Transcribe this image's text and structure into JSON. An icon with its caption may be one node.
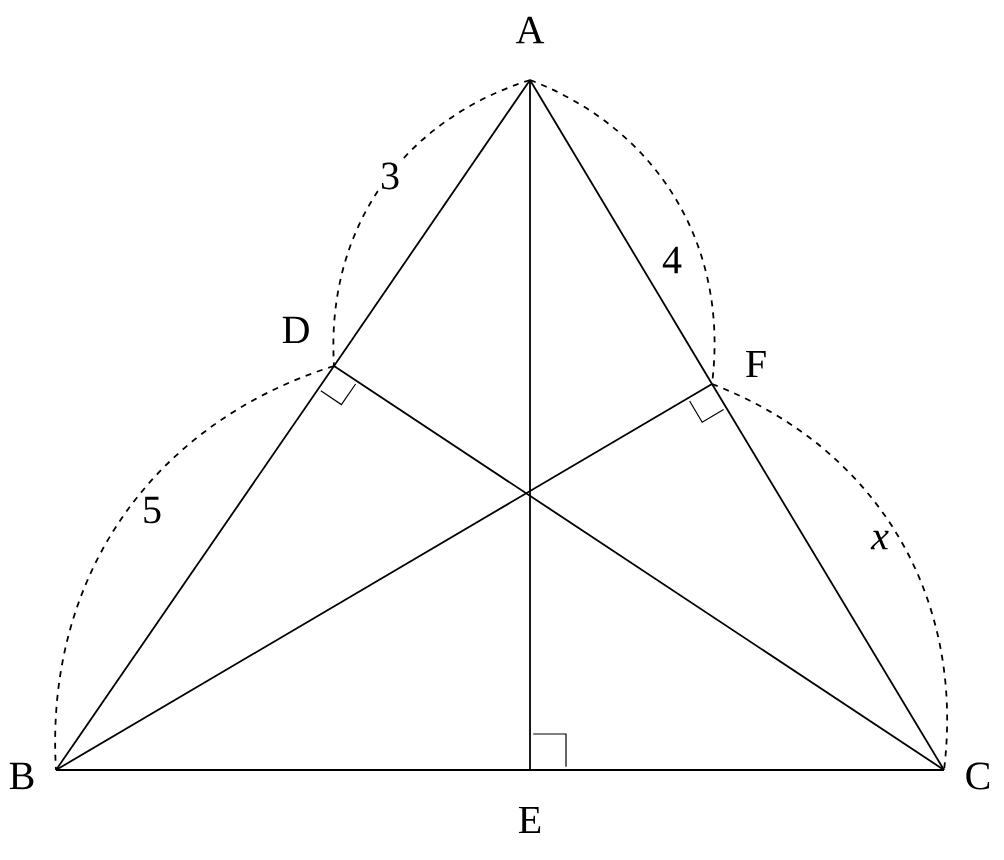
{
  "diagram": {
    "nodes": [
      {
        "text": [
          "A"
        ]
      },
      {
        "text": [
          "B"
        ]
      },
      {
        "text": [
          "C"
        ]
      },
      {
        "text": [
          "D"
        ]
      },
      {
        "text": [
          "E"
        ]
      },
      {
        "text": [
          "F"
        ]
      }
    ],
    "edges": [
      {
        "from": 0,
        "to": 3,
        "arrow": "none"
      },
      {
        "from": 3,
        "to": 1,
        "arrow": "none"
      },
      {
        "from": 0,
        "to": 5,
        "arrow": "none"
      },
      {
        "from": 5,
        "to": 2,
        "arrow": "none"
      },
      {
        "from": 1,
        "to": 4,
        "arrow": "none"
      },
      {
        "from": 4,
        "to": 2,
        "arrow": "none"
      },
      {
        "from": 0,
        "to": 4,
        "arrow": "none"
      },
      {
        "from": 1,
        "to": 5,
        "arrow": "none"
      },
      {
        "from": 2,
        "to": 3,
        "arrow": "none"
      },
      {
        "from": 0,
        "to": 3,
        "arrow": "none",
        "style": "dashed",
        "label": "3"
      },
      {
        "from": 0,
        "to": 5,
        "arrow": "none",
        "style": "dashed",
        "label": "4"
      },
      {
        "from": 3,
        "to": 1,
        "arrow": "none",
        "style": "dashed",
        "label": "5"
      },
      {
        "from": 5,
        "to": 2,
        "arrow": "none",
        "style": "dashed",
        "label": "x"
      }
    ]
  }
}
